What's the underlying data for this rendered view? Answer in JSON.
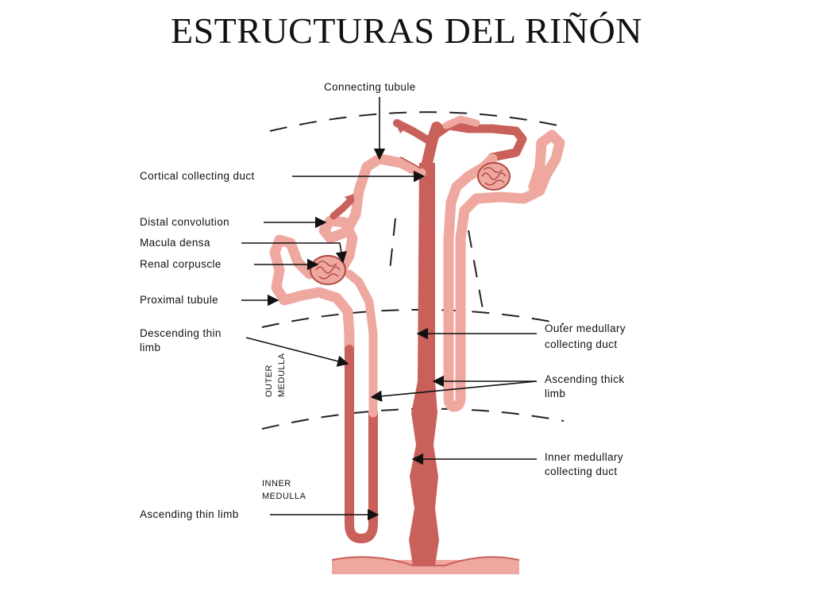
{
  "title": "ESTRUCTURAS DEL RIÑÓN",
  "labels": {
    "connecting_tubule": "Connecting tubule",
    "cortical_collecting_duct": "Cortical collecting duct",
    "distal_convolution": "Distal convolution",
    "macula_densa": "Macula densa",
    "renal_corpuscle": "Renal corpuscle",
    "proximal_tubule": "Proximal tubule",
    "descending_thin_limb_1": "Descending thin",
    "descending_thin_limb_2": "limb",
    "outer_medulla_1": "OUTER",
    "outer_medulla_2": "MEDULLA",
    "inner_medulla_1": "INNER",
    "inner_medulla_2": "MEDULLA",
    "ascending_thin_limb": "Ascending thin limb",
    "outer_medullary_cd_1": "Outer medullary",
    "outer_medullary_cd_2": "collecting duct",
    "ascending_thick_limb_1": "Ascending thick",
    "ascending_thick_limb_2": "limb",
    "inner_medullary_cd_1": "Inner medullary",
    "inner_medullary_cd_2": "collecting duct"
  },
  "colors": {
    "dark_tubule": "#c9605a",
    "light_tubule": "#efa8a0",
    "outline": "#b04a45"
  }
}
